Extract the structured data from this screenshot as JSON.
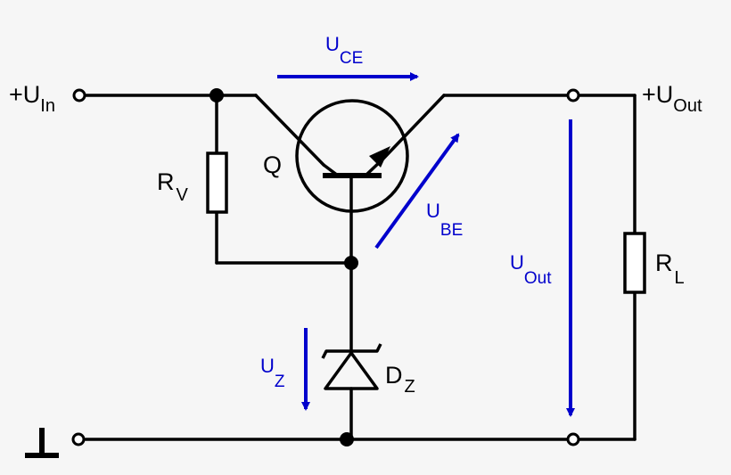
{
  "colors": {
    "wire": "#000000",
    "annotation": "#0000cc",
    "background": "#f6f6f6"
  },
  "terminals": {
    "input": {
      "sign": "+",
      "main": "U",
      "sub": "In"
    },
    "output": {
      "sign": "+",
      "main": "U",
      "sub": "Out"
    },
    "ground": {
      "icon": "ground-icon"
    }
  },
  "components": {
    "transistor": {
      "label": "Q"
    },
    "resistor_v": {
      "main": "R",
      "sub": "V"
    },
    "resistor_l": {
      "main": "R",
      "sub": "L"
    },
    "zener": {
      "main": "D",
      "sub": "Z"
    }
  },
  "voltages": {
    "u_ce": {
      "main": "U",
      "sub": "CE"
    },
    "u_be": {
      "main": "U",
      "sub": "BE"
    },
    "u_out": {
      "main": "U",
      "sub": "Out"
    },
    "u_z": {
      "main": "U",
      "sub": "Z"
    }
  }
}
